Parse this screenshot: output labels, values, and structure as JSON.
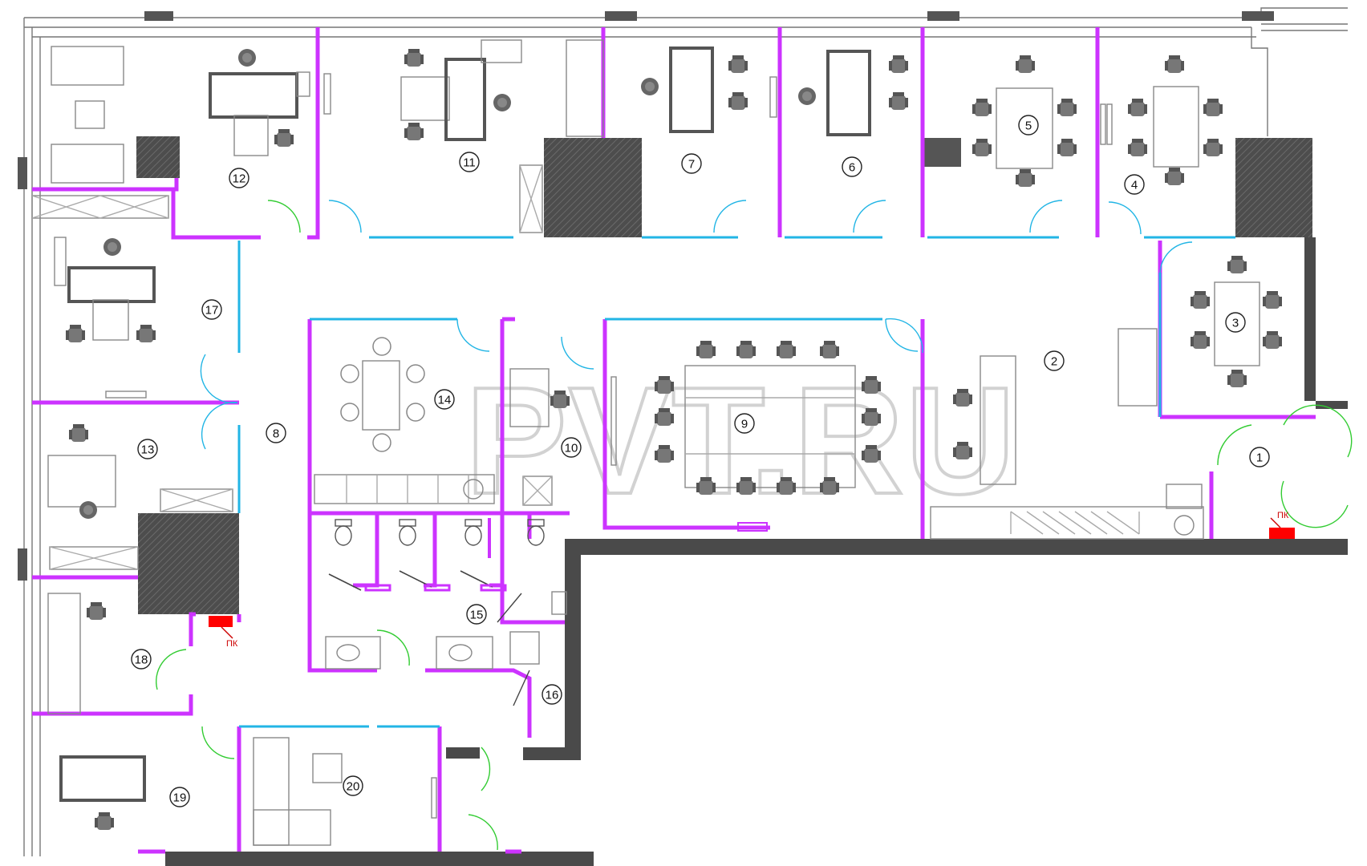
{
  "watermark": "PVT.RU",
  "fire_cabinet_label": "ПК",
  "colors": {
    "partition": "#cc33ff",
    "glass": "#22b5e5",
    "door": "#33cc33",
    "solid_wall": "#4a4a4a",
    "core": "#555555",
    "fire_cabinet": "#ff0000",
    "furniture": "#7a7a7a"
  },
  "rooms": [
    {
      "number": "1"
    },
    {
      "number": "2"
    },
    {
      "number": "3"
    },
    {
      "number": "4"
    },
    {
      "number": "5"
    },
    {
      "number": "6"
    },
    {
      "number": "7"
    },
    {
      "number": "8"
    },
    {
      "number": "9"
    },
    {
      "number": "10"
    },
    {
      "number": "11"
    },
    {
      "number": "12"
    },
    {
      "number": "13"
    },
    {
      "number": "14"
    },
    {
      "number": "15"
    },
    {
      "number": "16"
    },
    {
      "number": "17"
    },
    {
      "number": "18"
    },
    {
      "number": "19"
    },
    {
      "number": "20"
    }
  ]
}
